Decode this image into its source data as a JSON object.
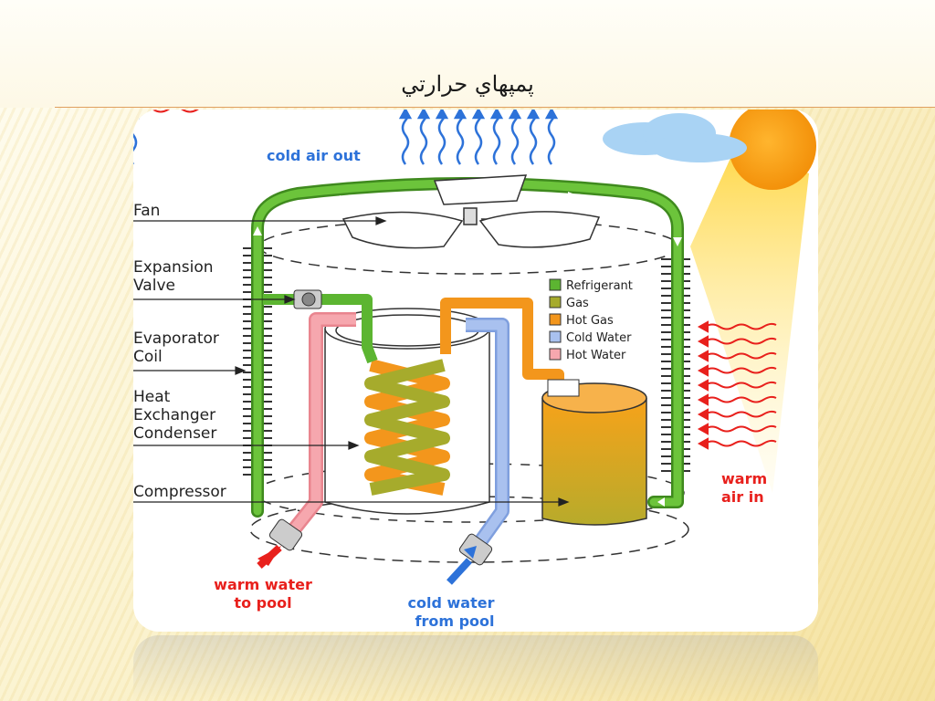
{
  "slide": {
    "title": "پمپهاي حرارتي"
  },
  "labels": {
    "fan": "Fan",
    "expansion1": "Expansion",
    "expansion2": "Valve",
    "evaporator1": "Evaporator",
    "evaporator2": "Coil",
    "heat1": "Heat",
    "heat2": "Exchanger",
    "heat3": "Condenser",
    "compressor": "Compressor",
    "cold_air_out": "cold air out",
    "warm_air_in1": "warm",
    "warm_air_in2": "air in",
    "warm_water1": "warm water",
    "warm_water2": "to pool",
    "cold_water1": "cold water",
    "cold_water2": "from pool"
  },
  "legend": [
    {
      "label": "Refrigerant",
      "color": "#5cb531"
    },
    {
      "label": "Gas",
      "color": "#a6ab2c"
    },
    {
      "label": "Hot Gas",
      "color": "#f3961c"
    },
    {
      "label": "Cold Water",
      "color": "#a9c1ef"
    },
    {
      "label": "Hot Water",
      "color": "#f6a7ae"
    }
  ],
  "colors": {
    "refrigerant": "#5cb531",
    "gas": "#a6ab2c",
    "hot_gas": "#f3961c",
    "cold_water": "#a9c1ef",
    "hot_water": "#f6a7ae",
    "cold_air": "#2d72d9",
    "warm_air": "#e8201c",
    "sun": "#f7a20e"
  },
  "icons": [
    "sun-icon",
    "cloud-icon",
    "fan-icon",
    "expansion-valve-icon",
    "compressor-icon"
  ]
}
